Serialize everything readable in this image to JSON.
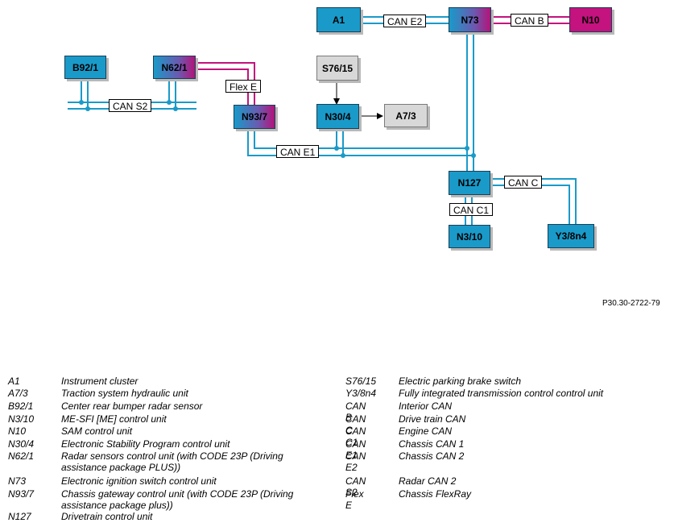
{
  "nodes": {
    "A1": "A1",
    "N73": "N73",
    "N10": "N10",
    "B92_1": "B92/1",
    "N62_1": "N62/1",
    "S76_15": "S76/15",
    "N93_7": "N93/7",
    "N30_4": "N30/4",
    "A7_3": "A7/3",
    "N127": "N127",
    "N3_10": "N3/10",
    "Y3_8n4": "Y3/8n4"
  },
  "buses": {
    "can_e2": "CAN E2",
    "can_b": "CAN B",
    "flex_e": "Flex E",
    "can_s2": "CAN S2",
    "can_e1": "CAN E1",
    "can_c": "CAN C",
    "can_c1": "CAN C1"
  },
  "colors": {
    "bus_blue": "#1a9ac9",
    "bus_magenta": "#c4127e",
    "box_blue": "#1a9ac9",
    "box_magenta": "#c4127e",
    "box_gray": "#d8d8d8"
  },
  "reference": "P30.30-2722-79",
  "legend_left": [
    {
      "code": "A1",
      "desc": "Instrument cluster"
    },
    {
      "code": "A7/3",
      "desc": "Traction system hydraulic unit"
    },
    {
      "code": "B92/1",
      "desc": "Center rear bumper radar sensor"
    },
    {
      "code": "N3/10",
      "desc": "ME-SFI [ME] control unit"
    },
    {
      "code": "N10",
      "desc": "SAM control unit"
    },
    {
      "code": "N30/4",
      "desc": "Electronic Stability Program control unit"
    },
    {
      "code": "N62/1",
      "desc": "Radar sensors control unit (with CODE 23P (Driving",
      "desc2": "assistance package PLUS))"
    },
    {
      "code": "N73",
      "desc": "Electronic ignition switch control unit"
    },
    {
      "code": "N93/7",
      "desc": "Chassis gateway control unit (with CODE 23P (Driving",
      "desc2": "assistance package plus))"
    },
    {
      "code": "N127",
      "desc": "Drivetrain control unit"
    }
  ],
  "legend_right": [
    {
      "code": "S76/15",
      "desc": "Electric parking brake switch"
    },
    {
      "code": "Y3/8n4",
      "desc": "Fully integrated transmission control control unit"
    },
    {
      "code": "CAN B",
      "desc": "Interior CAN"
    },
    {
      "code": "CAN C",
      "desc": "Drive train CAN"
    },
    {
      "code": "CAN C1",
      "desc": "Engine CAN"
    },
    {
      "code": "CAN E1",
      "desc": "Chassis CAN 1"
    },
    {
      "code": "CAN E2",
      "desc": "Chassis CAN 2"
    },
    {
      "code": "CAN S2",
      "desc": "Radar CAN 2"
    },
    {
      "code": "Flex E",
      "desc": "Chassis FlexRay"
    }
  ]
}
